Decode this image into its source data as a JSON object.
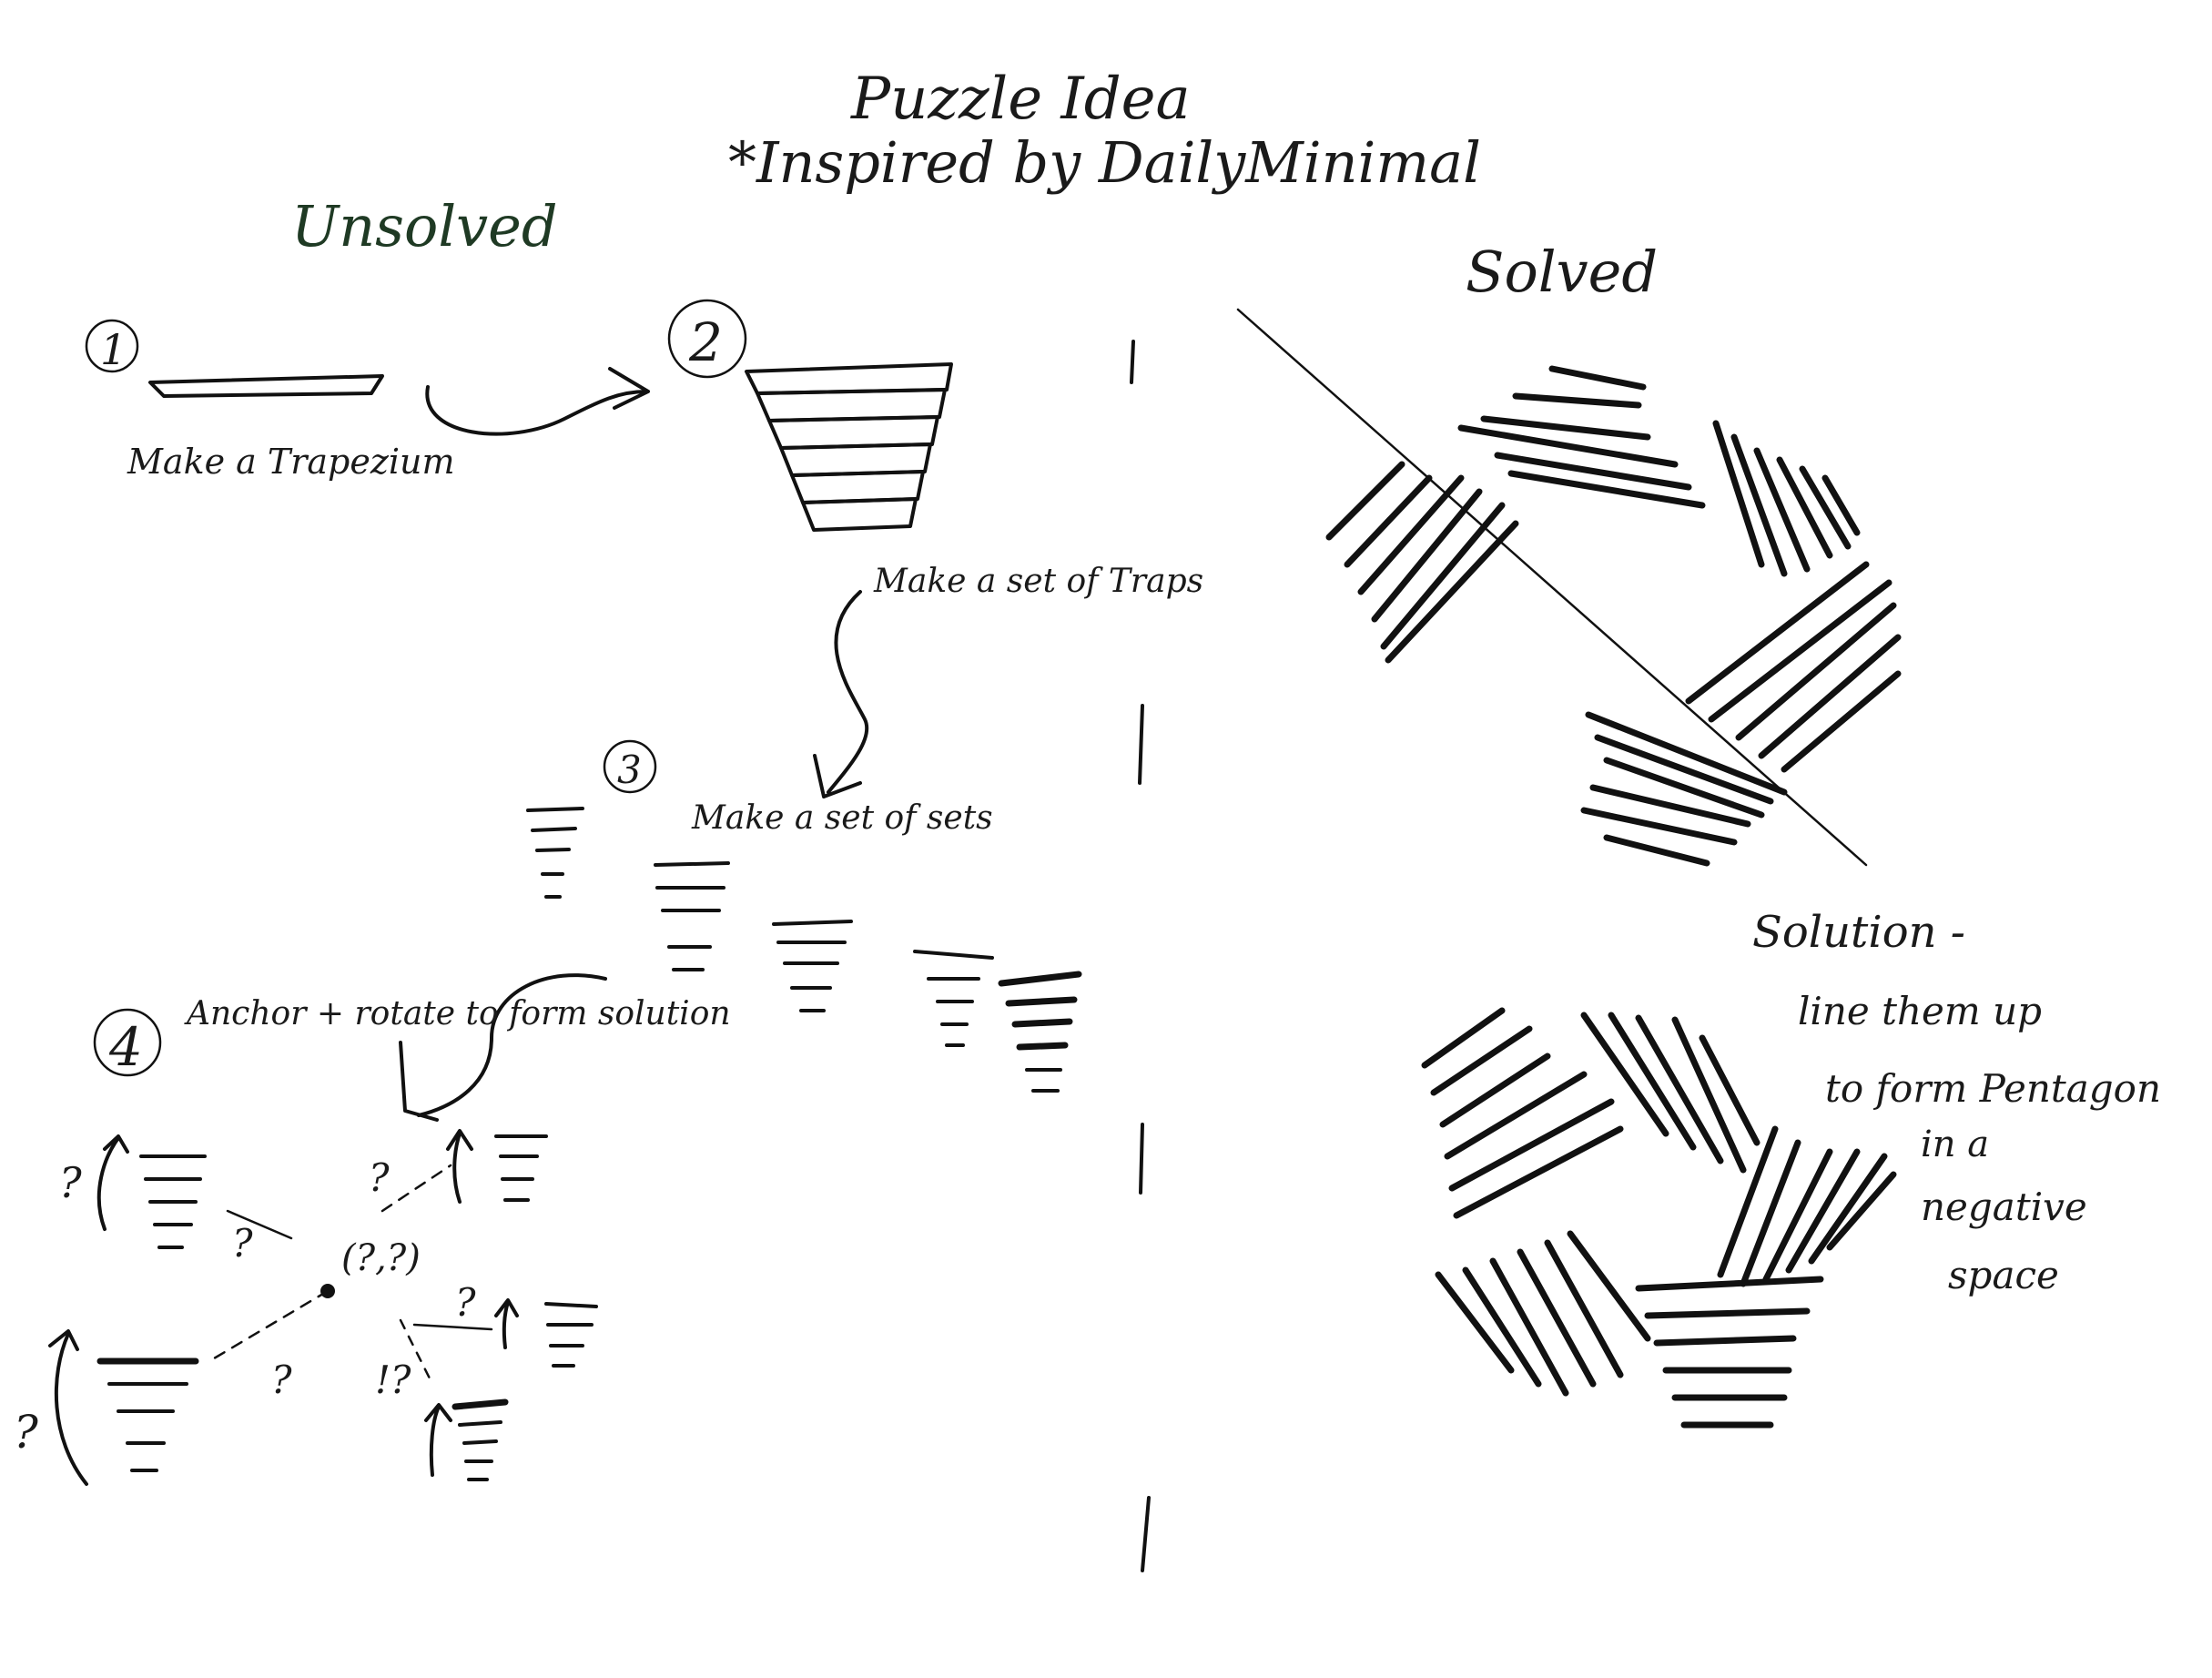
{
  "title": {
    "line1": "Puzzle Idea",
    "line2": "*Inspired by DailyMinimal"
  },
  "unsolved": {
    "heading": "Unsolved",
    "steps": [
      {
        "number": "1",
        "caption": "Make a Trapezium"
      },
      {
        "number": "2",
        "caption": "Make a set of Traps"
      },
      {
        "number": "3",
        "caption": "Make a set of sets"
      },
      {
        "number": "4",
        "caption": "Anchor + rotate to form solution"
      }
    ],
    "question_marks": [
      "?",
      "?",
      "?",
      "?",
      "?",
      "!?",
      "?",
      "?"
    ],
    "anchor_coordinate": "(?,?)"
  },
  "solved": {
    "heading": "Solved",
    "solution_note": [
      "Solution -",
      "line them up",
      "to form Pentagon",
      "in a",
      "negative",
      "space"
    ]
  },
  "colors": {
    "ink": "#111111",
    "green_ink": "#1f3a24",
    "board": "#ffffff"
  }
}
